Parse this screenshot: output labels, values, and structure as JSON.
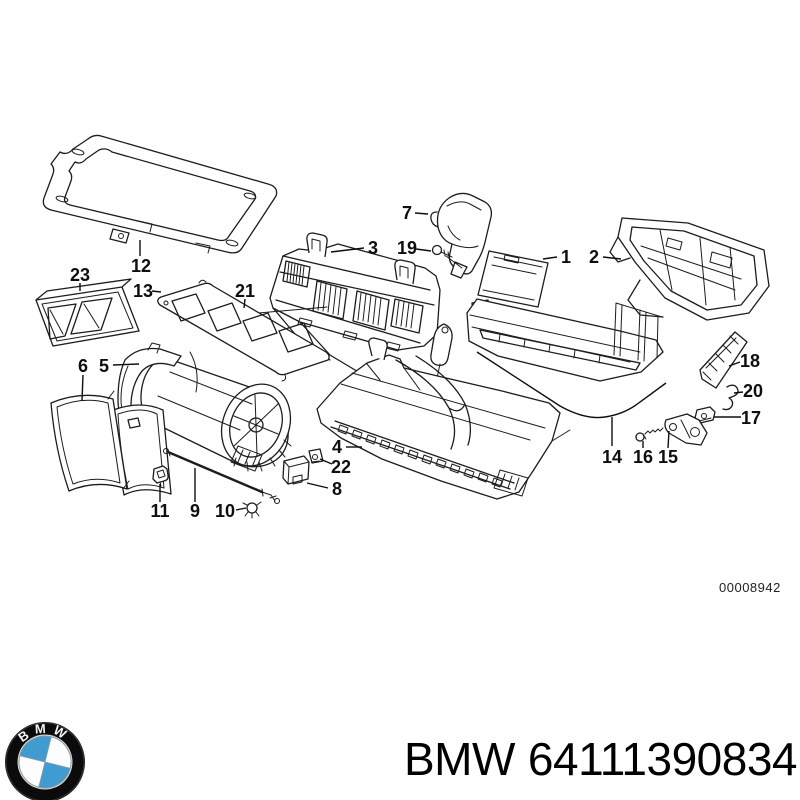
{
  "diagram": {
    "drawing_number": "00008942",
    "callouts": [
      {
        "label": "1"
      },
      {
        "label": "2"
      },
      {
        "label": "3"
      },
      {
        "label": "4"
      },
      {
        "label": "5"
      },
      {
        "label": "6"
      },
      {
        "label": "7"
      },
      {
        "label": "8"
      },
      {
        "label": "9"
      },
      {
        "label": "10"
      },
      {
        "label": "11"
      },
      {
        "label": "12"
      },
      {
        "label": "13"
      },
      {
        "label": "14"
      },
      {
        "label": "15"
      },
      {
        "label": "16"
      },
      {
        "label": "17"
      },
      {
        "label": "18"
      },
      {
        "label": "19"
      },
      {
        "label": "20"
      },
      {
        "label": "21"
      },
      {
        "label": "22"
      },
      {
        "label": "23"
      }
    ]
  },
  "footer": {
    "logo_text": "BMW",
    "brand": "BMW",
    "part_number": "64111390834"
  },
  "colors": {
    "logo_blue": "#3f9bd0",
    "line_color": "#1c1c1c"
  }
}
